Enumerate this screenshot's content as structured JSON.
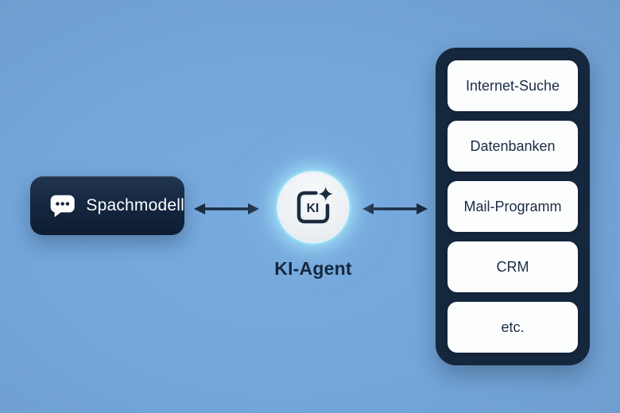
{
  "diagram": {
    "left_node": {
      "label": "Spachmodell",
      "icon": "chat-bubble-icon"
    },
    "agent": {
      "label": "KI-Agent",
      "icon": "ki-sparkle-icon",
      "icon_text": "KI"
    },
    "tools": {
      "items": [
        "Internet-Suche",
        "Datenbanken",
        "Mail-Programm",
        "CRM",
        "etc."
      ]
    },
    "connections": [
      {
        "from": "left_node",
        "to": "agent",
        "style": "double-arrow"
      },
      {
        "from": "agent",
        "to": "tools",
        "style": "double-arrow"
      }
    ],
    "colors": {
      "background_center": "#78aade",
      "background_edge": "#6590bd",
      "navy": "#15273d",
      "white_box": "#fcfdfd",
      "arrow": "#1b2c42",
      "glow": "#a5e4fa",
      "text_light": "#ffffff",
      "text_dark": "#1b2d44"
    }
  }
}
